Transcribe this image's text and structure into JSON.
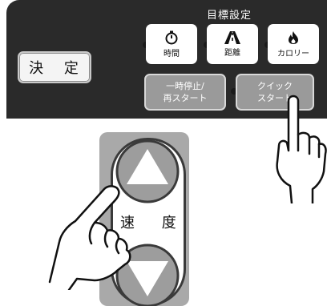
{
  "goal_setting": {
    "title": "目標設定",
    "buttons": [
      {
        "label": "時間",
        "icon": "stopwatch-icon"
      },
      {
        "label": "距離",
        "icon": "road-icon"
      },
      {
        "label": "カロリー",
        "icon": "flame-icon"
      }
    ]
  },
  "decide_button": {
    "label": "決 定"
  },
  "pause_button": {
    "line1": "一時停止/",
    "line2": "再スタート"
  },
  "quick_start_button": {
    "line1": "クイック",
    "line2": "スタート"
  },
  "speed": {
    "label": "速 度",
    "up_icon": "triangle-up-icon",
    "down_icon": "triangle-down-icon"
  },
  "colors": {
    "panel": "#2a2a2a",
    "button_gray": "#9a9a9a",
    "speed_body": "#a9a9a9",
    "arrow_gray": "#a9a9a9"
  }
}
